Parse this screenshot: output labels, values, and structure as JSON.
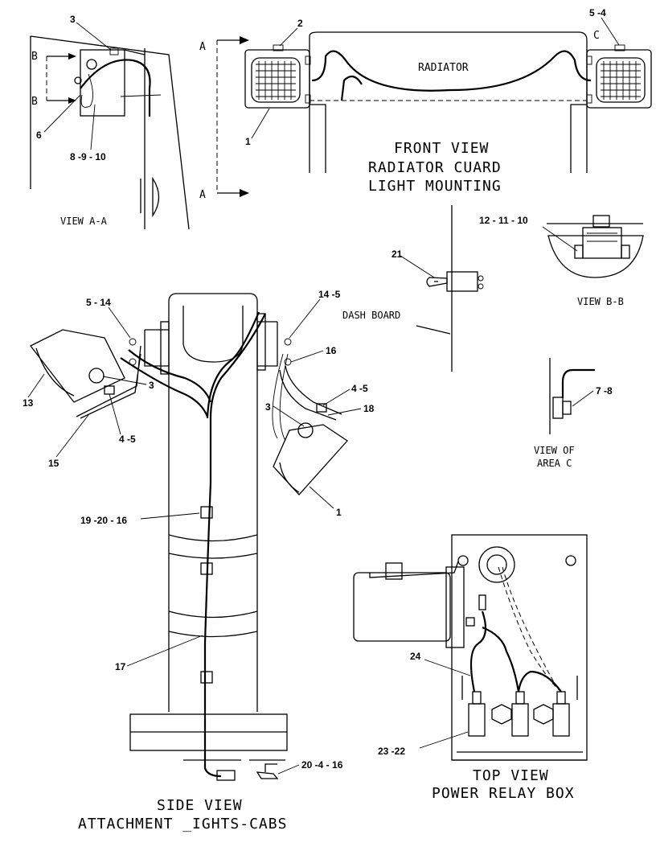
{
  "views": {
    "view_aa": "VIEW  A-A",
    "front_view": [
      "FRONT  VIEW",
      "RADIATOR  CUARD",
      "LIGHT  MOUNTING"
    ],
    "radiator": "RADIATOR",
    "view_bb": "VIEW  B-B",
    "view_area_c": [
      "VIEW  OF",
      "AREA  C"
    ],
    "dash_board": "DASH  BOARD",
    "side_view": [
      "SIDE  VIEW",
      "ATTACHMENT  _IGHTS-CABS"
    ],
    "top_view": [
      "TOP  VIEW",
      "POWER  RELAY  BOX"
    ]
  },
  "section_letters": {
    "a_top": "A",
    "a_bottom": "A",
    "b_top": "B",
    "b_bottom": "B",
    "c": "C"
  },
  "callouts": {
    "aa_3": "3",
    "aa_6": "6",
    "aa_8910": "8 -9 - 10",
    "fv_2": "2",
    "fv_54": "5 -4",
    "fv_1": "1",
    "bb_121110": "12 - 11 - 10",
    "db_21": "21",
    "c_78": "7 -8",
    "sv_514": "5 - 14",
    "sv_145": "14 -5",
    "sv_16": "16",
    "sv_13": "13",
    "sv_3l": "3",
    "sv_45l": "4 -5",
    "sv_15": "15",
    "sv_3r": "3",
    "sv_45r": "4 -5",
    "sv_18": "18",
    "sv_1": "1",
    "sv_192016": "19 -20  - 16",
    "sv_17": "17",
    "sv_20416": "20  -4  - 16",
    "tv_24": "24",
    "tv_2322": "23 -22"
  }
}
